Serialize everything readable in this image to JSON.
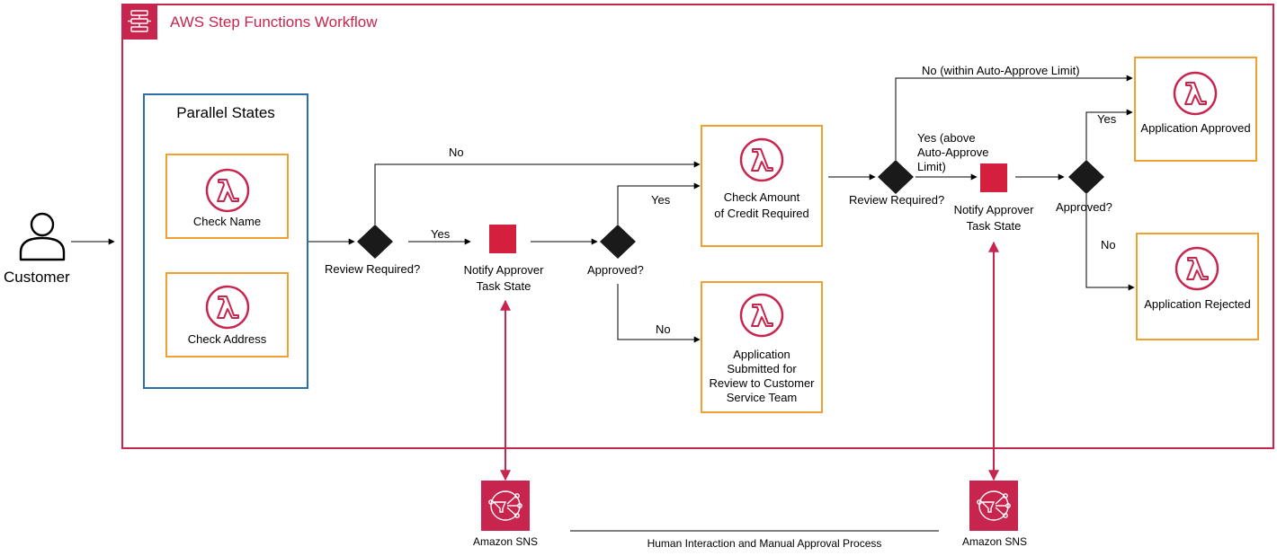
{
  "workflow": {
    "title": "AWS Step Functions Workflow",
    "icon": "step-functions-icon"
  },
  "customer": {
    "label": "Customer",
    "icon": "user-icon"
  },
  "parallel": {
    "title": "Parallel States",
    "tasks": [
      {
        "label": "Check Name",
        "icon": "lambda-icon"
      },
      {
        "label": "Check Address",
        "icon": "lambda-icon"
      }
    ]
  },
  "choice1": {
    "label": "Review Required?",
    "yes": "Yes",
    "no": "No"
  },
  "notify1": {
    "line1": "Notify Approver",
    "line2": "Task State"
  },
  "choice2": {
    "label": "Approved?",
    "yes": "Yes",
    "no": "No"
  },
  "check_amount": {
    "line1": "Check Amount",
    "line2": "of Credit Required",
    "icon": "lambda-icon"
  },
  "submitted": {
    "line1": "Application",
    "line2": "Submitted for",
    "line3": "Review to Customer",
    "line4": "Service Team",
    "icon": "lambda-icon"
  },
  "choice3": {
    "label": "Review Required?",
    "no": "No (within Auto-Approve Limit)",
    "yes_line1": "Yes (above",
    "yes_line2": "Auto-Approve",
    "yes_line3": "Limit)"
  },
  "notify2": {
    "line1": "Notify Approver",
    "line2": "Task State"
  },
  "choice4": {
    "label": "Approved?",
    "yes": "Yes",
    "no": "No"
  },
  "approved": {
    "label": "Application Approved",
    "icon": "lambda-icon"
  },
  "rejected": {
    "label": "Application Rejected",
    "icon": "lambda-icon"
  },
  "sns": [
    {
      "label": "Amazon SNS",
      "icon": "sns-icon"
    },
    {
      "label": "Amazon SNS",
      "icon": "sns-icon"
    }
  ],
  "human_process": {
    "label": "Human Interaction and Manual Approval Process"
  },
  "colors": {
    "aws_red": "#c7254e",
    "task_orange": "#f0a030",
    "parallel_blue": "#2a6fa8",
    "notify_red": "#d51f3f",
    "decision_black": "#1a1a1a"
  }
}
